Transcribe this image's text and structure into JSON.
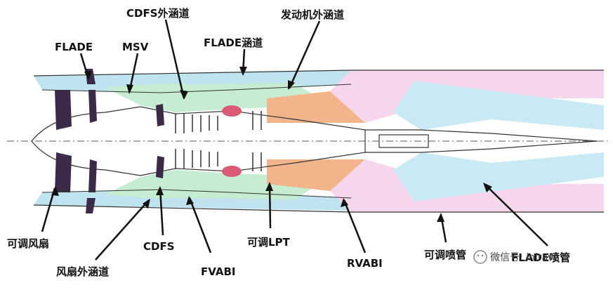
{
  "labels": {
    "cdfs_bypass": "CDFS外涵道",
    "engine_bypass": "发动机外涵道",
    "flade_top": "FLADE",
    "msv": "MSV",
    "flade_duct": "FLADE涵道",
    "variable_fan": "可调风扇",
    "cdfs_bottom": "CDFS",
    "fan_bypass": "风扇外涵道",
    "fvabi": "FVABI",
    "variable_lpt": "可调LPT",
    "rvabi": "RVABI",
    "variable_nozzle": "可调喷管",
    "flade_nozzle": "FLADE喷管"
  },
  "watermark": {
    "text": "微信号: iniravi"
  },
  "colors": {
    "duct_blue": "#bfe3ef",
    "core_green": "#c6ecd2",
    "turbine_orange": "#f2b48a",
    "nozzle_pink": "#f6d6ec",
    "nozzle_lblue": "#c9e9f5",
    "blade_dark": "#3b2b49",
    "combustor_red": "#d85a74"
  }
}
